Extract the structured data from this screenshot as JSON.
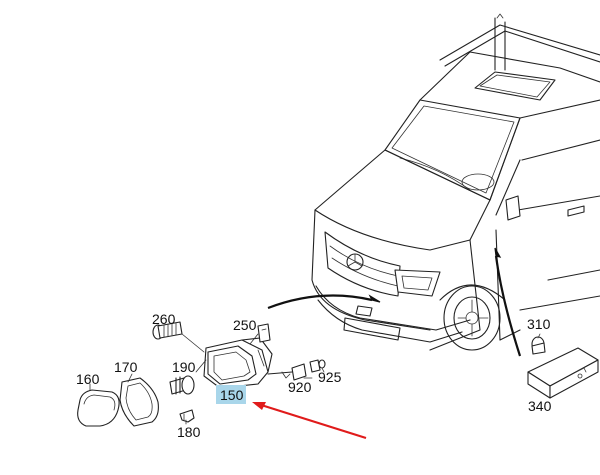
{
  "diagram": {
    "part_labels": [
      {
        "id": "260",
        "text": "260"
      },
      {
        "id": "250",
        "text": "250"
      },
      {
        "id": "170",
        "text": "170"
      },
      {
        "id": "160",
        "text": "160"
      },
      {
        "id": "190",
        "text": "190"
      },
      {
        "id": "150",
        "text": "150"
      },
      {
        "id": "180",
        "text": "180"
      },
      {
        "id": "920",
        "text": "920"
      },
      {
        "id": "925",
        "text": "925"
      },
      {
        "id": "310",
        "text": "310"
      },
      {
        "id": "340",
        "text": "340"
      }
    ],
    "highlight_part": "150",
    "colors": {
      "highlight_box": "#a9d6ea",
      "pointer_arrow": "#e01b1b",
      "line_art": "#222222",
      "callout_arrow": "#111111"
    }
  }
}
